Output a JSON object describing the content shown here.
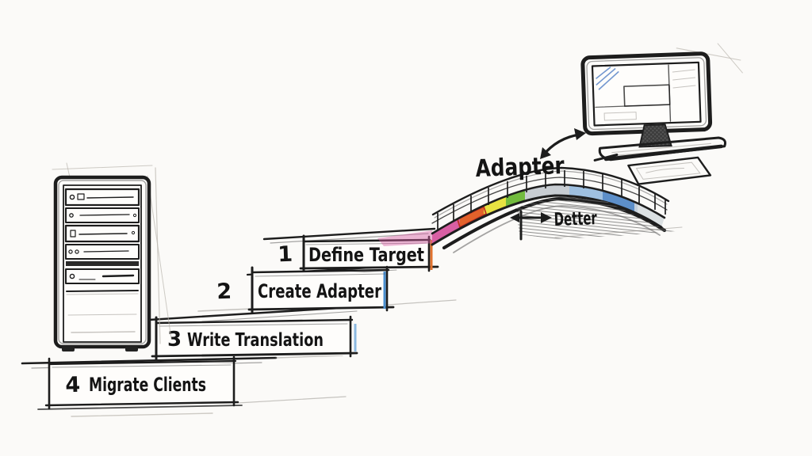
{
  "diagram": {
    "adapter_label": "Adapter",
    "bridge_annotation": "Detter",
    "steps": [
      {
        "number": "1",
        "label": "Define Target"
      },
      {
        "number": "2",
        "label": "Create Adapter"
      },
      {
        "number": "3",
        "label": "Write Translation"
      },
      {
        "number": "4",
        "label": "Migrate Clients"
      }
    ],
    "colors": {
      "ink": "#1d1d1d",
      "paper": "#fbfaf8",
      "step1_accent": "#e0722e",
      "step2_accent": "#4a8fd0",
      "step3_accent": "#8bb8e0",
      "bridge_segments": [
        "#d85fa4",
        "#e2622b",
        "#e8e242",
        "#72bb3e",
        "#c8cdd2",
        "#9fc0e0",
        "#5d8fc9",
        "#d5dade"
      ],
      "patch_outline": "#c03022",
      "approach_pink": "#d85fa4",
      "screen_hatch_blue": "#5b86c8"
    }
  }
}
